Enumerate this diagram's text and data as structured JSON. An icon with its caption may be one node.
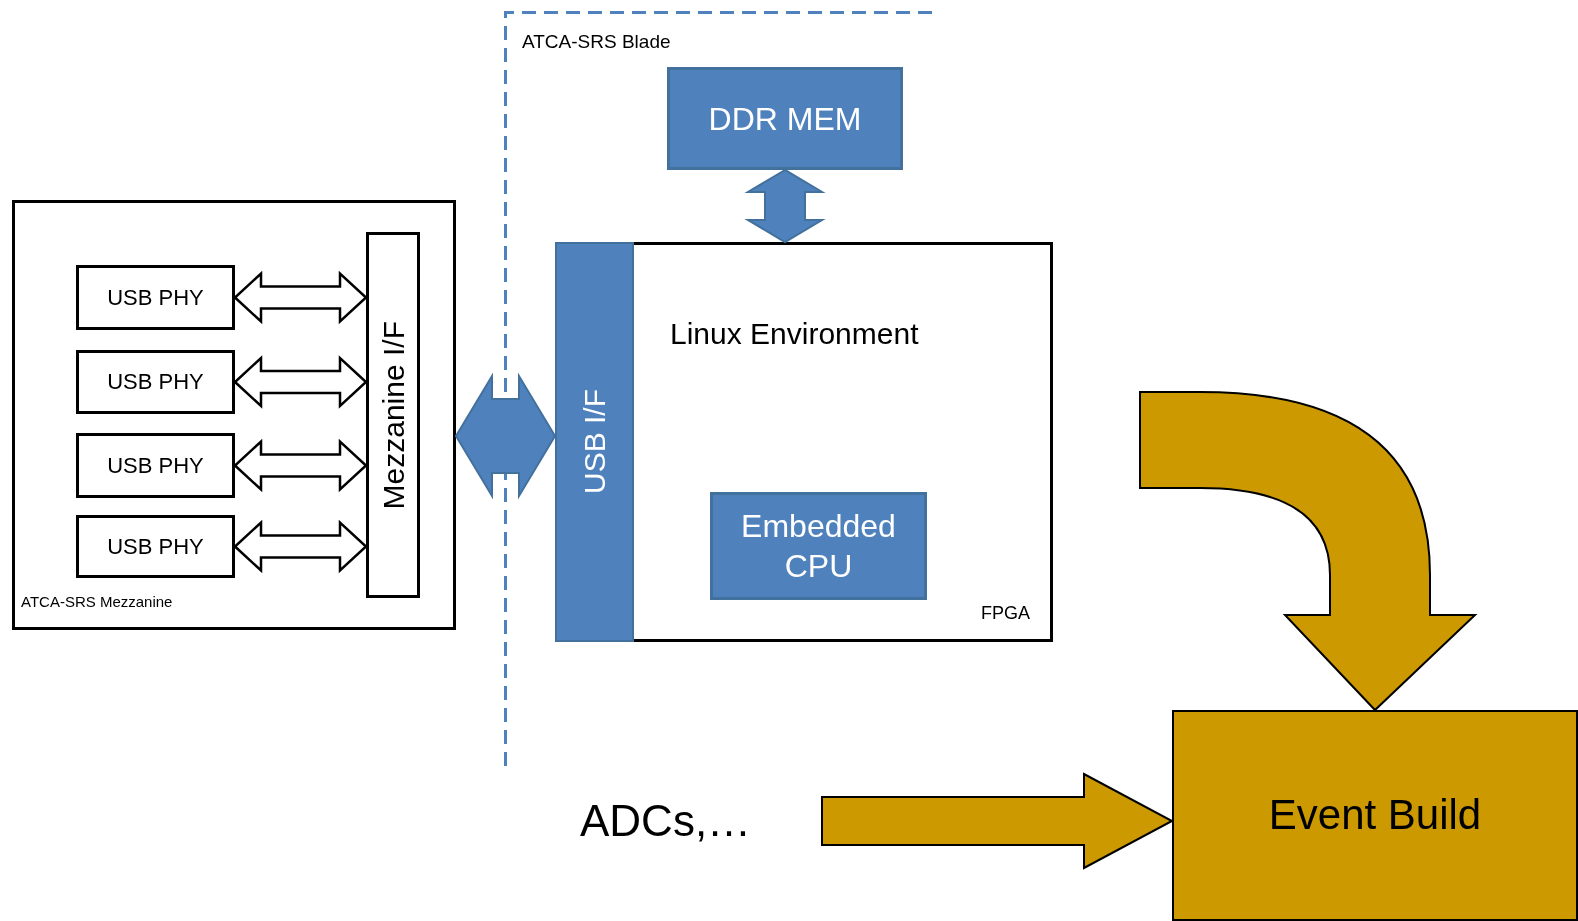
{
  "diagram": {
    "nodes": [
      {
        "text": [
          "ATCA-SRS Mezzanine"
        ]
      },
      {
        "text": [
          "USB PHY"
        ],
        "in": 0
      },
      {
        "text": [
          "USB PHY"
        ],
        "in": 0
      },
      {
        "text": [
          "USB PHY"
        ],
        "in": 0
      },
      {
        "text": [
          "USB PHY"
        ],
        "in": 0
      },
      {
        "text": [
          "Mezzanine I/F"
        ],
        "in": 0
      },
      {
        "text": [
          "DDR MEM"
        ]
      },
      {
        "text": [
          "Linux Environment",
          "FPGA"
        ]
      },
      {
        "text": [
          "USB I/F"
        ],
        "in": 7
      },
      {
        "text": [
          "Embedded CPU"
        ],
        "in": 7
      },
      {
        "text": [
          "Event Build"
        ]
      },
      {
        "text": [
          "ADCs,…"
        ]
      }
    ],
    "edges": [
      {
        "from": 1,
        "to": 5,
        "arrow": "both"
      },
      {
        "from": 2,
        "to": 5,
        "arrow": "both"
      },
      {
        "from": 3,
        "to": 5,
        "arrow": "both"
      },
      {
        "from": 4,
        "to": 5,
        "arrow": "both"
      },
      {
        "from": 0,
        "to": 8,
        "arrow": "both",
        "style": "thick",
        "color": "#4f81bd"
      },
      {
        "from": 6,
        "to": 7,
        "arrow": "both",
        "style": "thick",
        "color": "#4f81bd"
      },
      {
        "from": null,
        "to": 10,
        "arrow": "to",
        "style": "thick",
        "color": "#cc9900"
      },
      {
        "from": 11,
        "to": 10,
        "arrow": "to",
        "style": "thick",
        "color": "#cc9900"
      }
    ],
    "labels": [
      "ATCA-SRS Blade"
    ]
  }
}
